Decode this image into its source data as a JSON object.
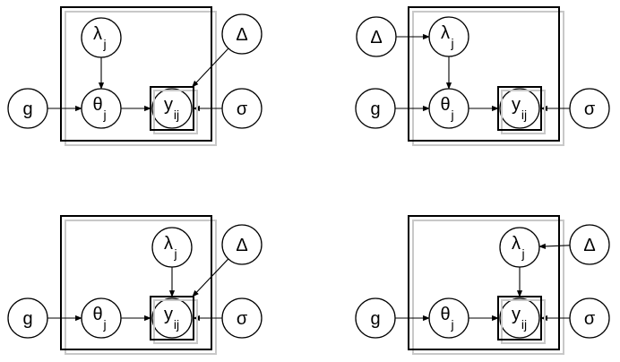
{
  "diagrams": [
    {
      "id": "top-left",
      "nodes": [
        {
          "key": "lambda",
          "label": "λ",
          "sub": "j"
        },
        {
          "key": "delta",
          "label": "Δ",
          "sub": ""
        },
        {
          "key": "g",
          "label": "g",
          "sub": ""
        },
        {
          "key": "theta",
          "label": "θ",
          "sub": "j"
        },
        {
          "key": "y",
          "label": "y",
          "sub": "ij",
          "observed": true
        },
        {
          "key": "sigma",
          "label": "σ",
          "sub": ""
        }
      ],
      "edges": [
        [
          "lambda",
          "theta"
        ],
        [
          "g",
          "theta"
        ],
        [
          "theta",
          "y"
        ],
        [
          "delta",
          "y"
        ],
        [
          "sigma",
          "y"
        ]
      ]
    },
    {
      "id": "top-right",
      "nodes": [
        {
          "key": "delta",
          "label": "Δ",
          "sub": ""
        },
        {
          "key": "lambda",
          "label": "λ",
          "sub": "j"
        },
        {
          "key": "g",
          "label": "g",
          "sub": ""
        },
        {
          "key": "theta",
          "label": "θ",
          "sub": "j"
        },
        {
          "key": "y",
          "label": "y",
          "sub": "ij",
          "observed": true
        },
        {
          "key": "sigma",
          "label": "σ",
          "sub": ""
        }
      ],
      "edges": [
        [
          "delta",
          "lambda"
        ],
        [
          "lambda",
          "theta"
        ],
        [
          "g",
          "theta"
        ],
        [
          "theta",
          "y"
        ],
        [
          "sigma",
          "y"
        ]
      ]
    },
    {
      "id": "bottom-left",
      "nodes": [
        {
          "key": "lambda",
          "label": "λ",
          "sub": "j"
        },
        {
          "key": "delta",
          "label": "Δ",
          "sub": ""
        },
        {
          "key": "g",
          "label": "g",
          "sub": ""
        },
        {
          "key": "theta",
          "label": "θ",
          "sub": "j"
        },
        {
          "key": "y",
          "label": "y",
          "sub": "ij",
          "observed": true
        },
        {
          "key": "sigma",
          "label": "σ",
          "sub": ""
        }
      ],
      "edges": [
        [
          "lambda",
          "y"
        ],
        [
          "g",
          "theta"
        ],
        [
          "theta",
          "y"
        ],
        [
          "delta",
          "y"
        ],
        [
          "sigma",
          "y"
        ]
      ]
    },
    {
      "id": "bottom-right",
      "nodes": [
        {
          "key": "lambda",
          "label": "λ",
          "sub": "j"
        },
        {
          "key": "delta",
          "label": "Δ",
          "sub": ""
        },
        {
          "key": "g",
          "label": "g",
          "sub": ""
        },
        {
          "key": "theta",
          "label": "θ",
          "sub": "j"
        },
        {
          "key": "y",
          "label": "y",
          "sub": "ij",
          "observed": true
        },
        {
          "key": "sigma",
          "label": "σ",
          "sub": ""
        }
      ],
      "edges": [
        [
          "delta",
          "lambda"
        ],
        [
          "lambda",
          "y"
        ],
        [
          "g",
          "theta"
        ],
        [
          "theta",
          "y"
        ],
        [
          "sigma",
          "y"
        ]
      ]
    }
  ]
}
